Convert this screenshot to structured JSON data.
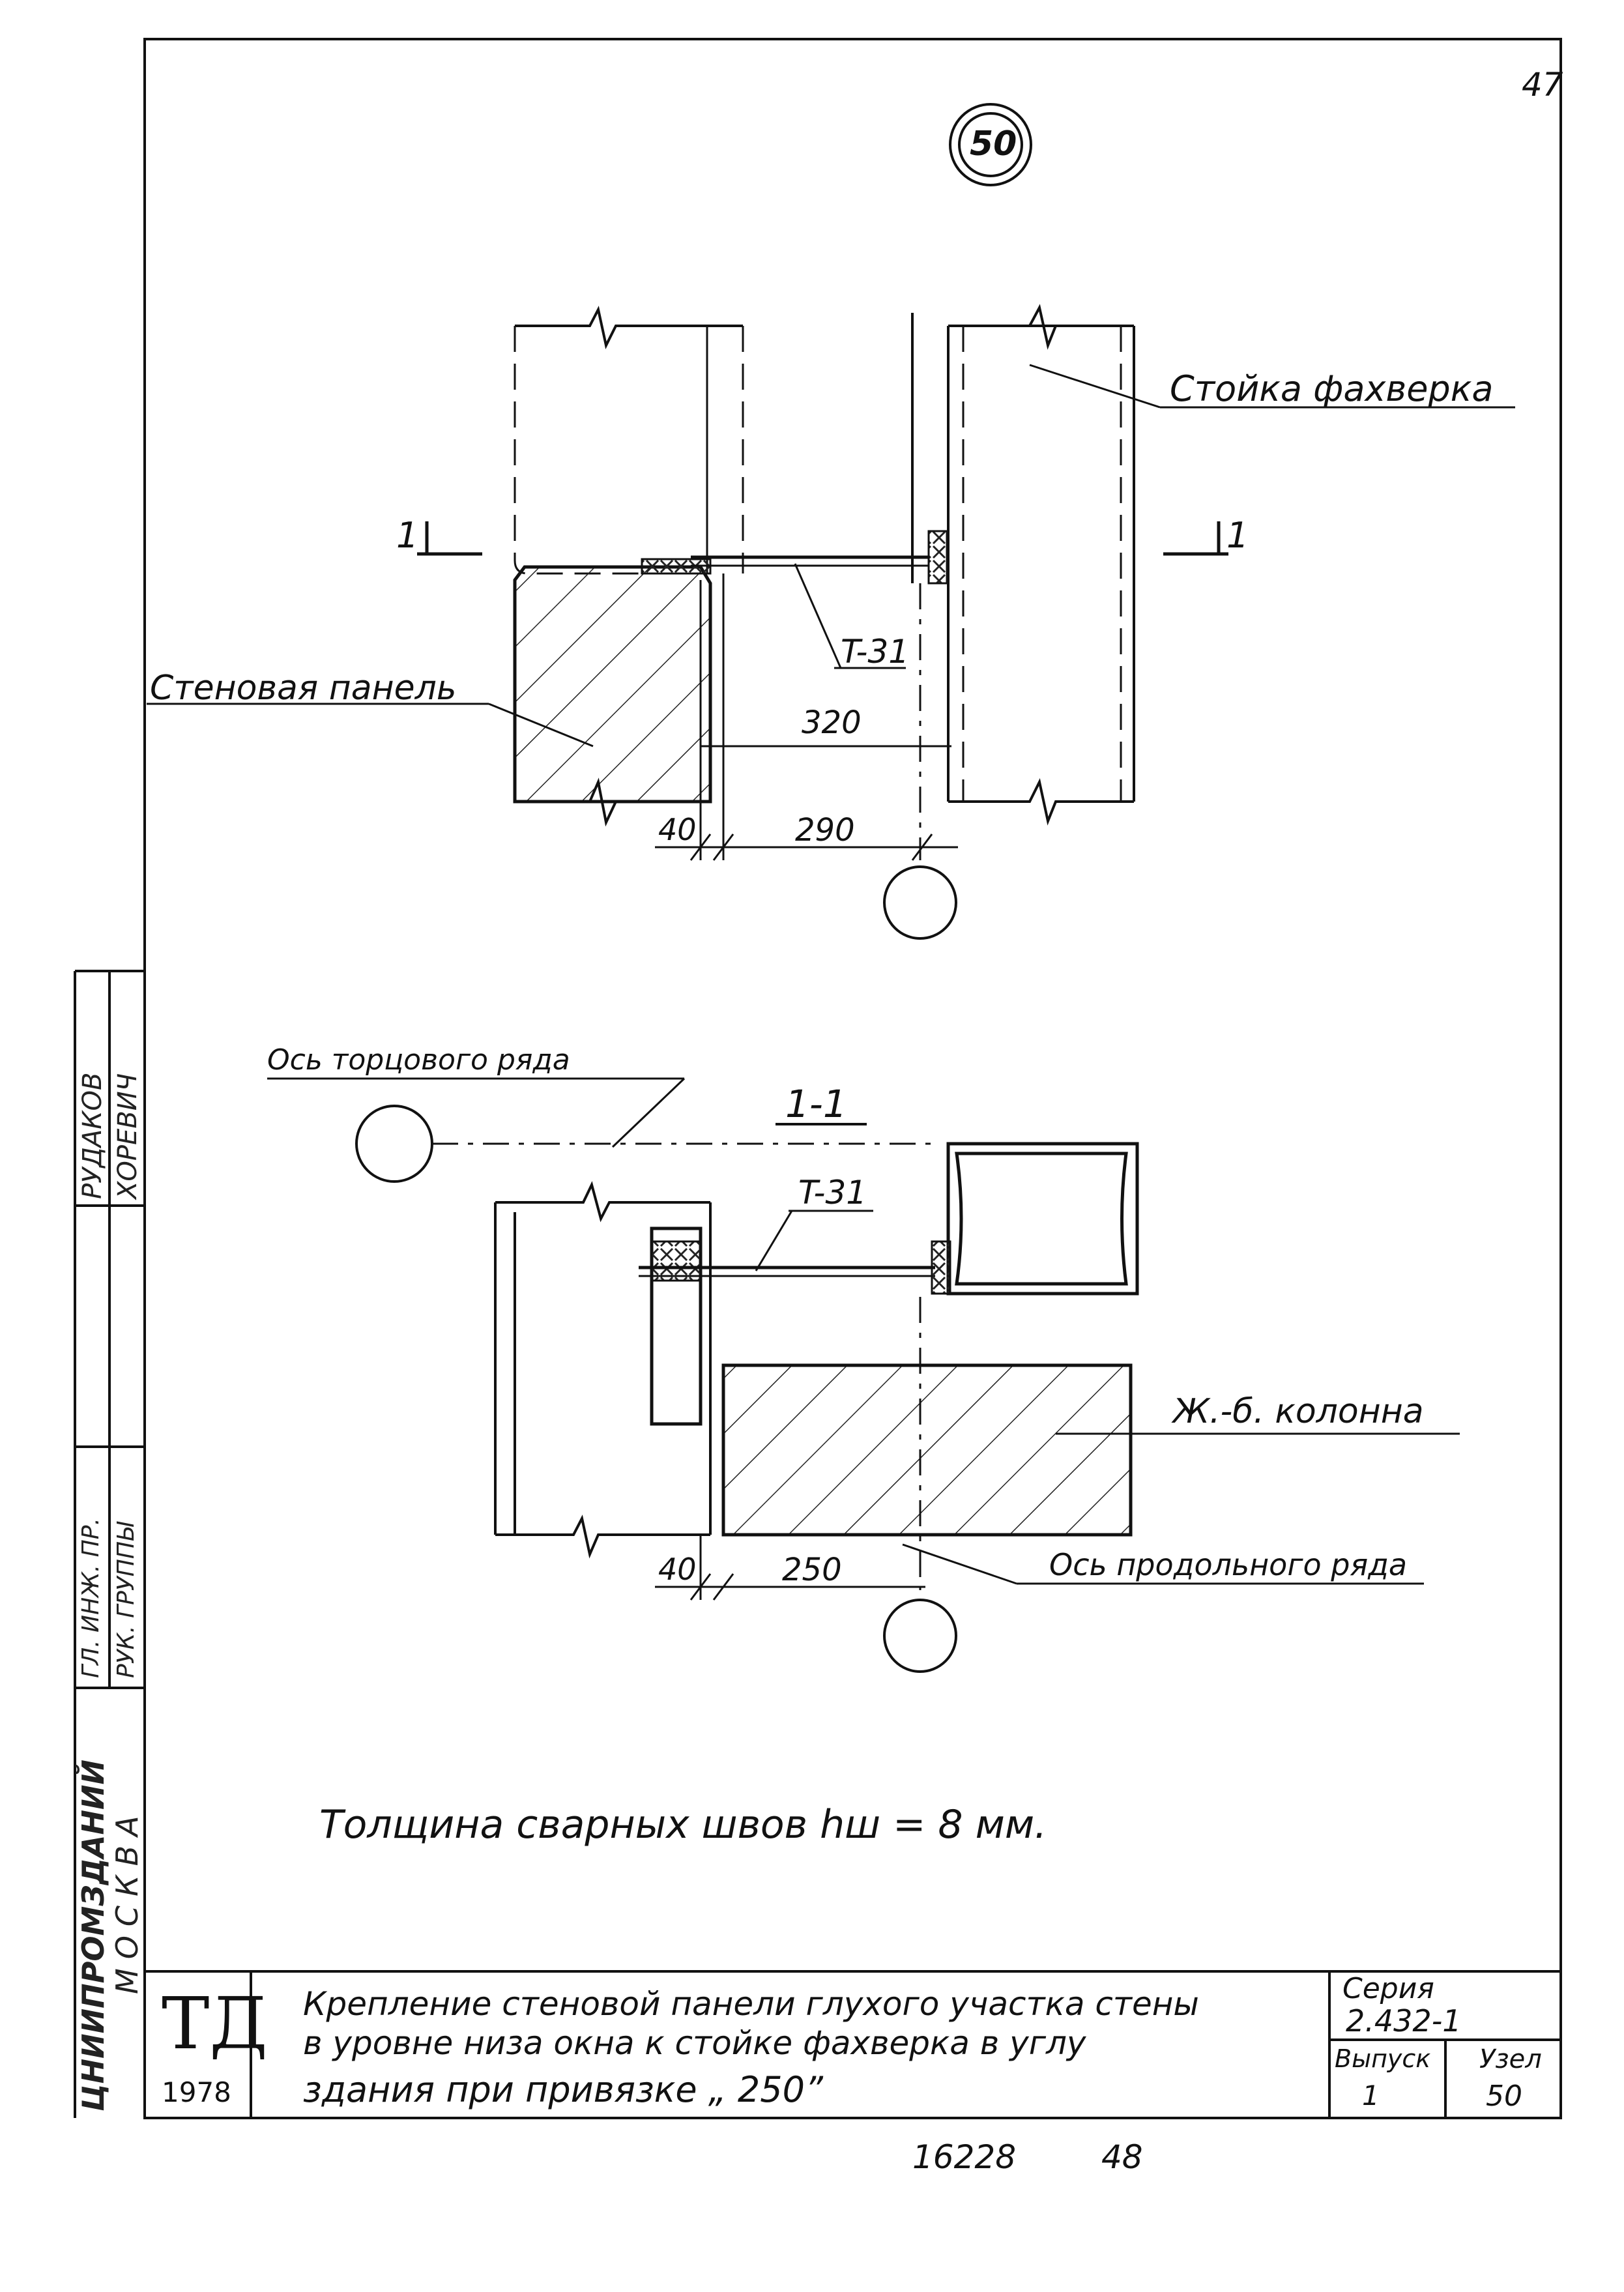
{
  "page_number": "47",
  "node_marker": "50",
  "top_view": {
    "label_column": "Стойка фахверка",
    "label_panel": "Стеновая панель",
    "label_connector": "T-31",
    "section_mark_left": "1",
    "section_mark_right": "1",
    "dim_320": "320",
    "dim_40": "40",
    "dim_290": "290"
  },
  "section_view": {
    "title": "1-1",
    "label_axis_end": "Ось торцового ряда",
    "label_connector": "T-31",
    "label_column": "Ж.-б. колонна",
    "label_axis_long": "Ось продольного ряда",
    "dim_40": "40",
    "dim_250": "250"
  },
  "note": "Толщина сварных швов  hш = 8 мм.",
  "sidebar": {
    "org_line1": "ЦНИИПРОМЗДАНИЙ",
    "org_line2": "МОСКВА",
    "role1": "РУК. ГРУППЫ",
    "role2": "ГЛ. ИНЖ. ПР.",
    "name1": "ХОРЕВИЧ",
    "name2": "РУДАКОВ"
  },
  "title_block": {
    "logo": "ТД",
    "year": "1978",
    "title_line1": "Крепление  стеновой панели глухого участка стены",
    "title_line2": "в уровне низа окна к стойке фахверка в углу",
    "title_line3": "здания  при  привязке  „ 250”",
    "series_label": "Серия",
    "series_value": "2.432-1",
    "issue_label": "Выпуск",
    "issue_value": "1",
    "node_label": "Узел",
    "node_value": "50"
  },
  "footer": {
    "archive_number": "16228",
    "sheet_number": "48"
  }
}
